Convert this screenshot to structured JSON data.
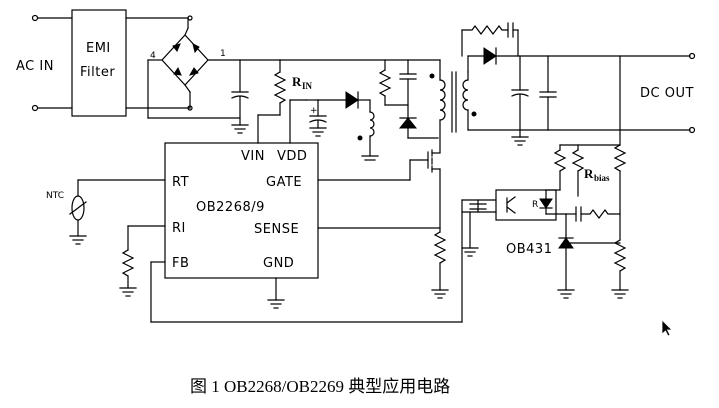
{
  "labels": {
    "ac_in": "AC IN",
    "emi_line1": "EMI",
    "emi_line2": "Filter",
    "dc_out": "DC OUT",
    "rin_main": "R",
    "rin_sub": "IN",
    "rbias_main": "R",
    "rbias_sub": "bias",
    "ntc": "NTC",
    "ob431": "OB431",
    "opto_r": "R",
    "bridge_pin4": "4",
    "bridge_pin1": "1"
  },
  "chip": {
    "name": "OB2268/9",
    "pins": {
      "vin": "VIN",
      "vdd": "VDD",
      "rt": "RT",
      "gate": "GATE",
      "ri": "RI",
      "sense": "SENSE",
      "fb": "FB",
      "gnd": "GND"
    }
  },
  "caption": "图 1 OB2268/OB2269 典型应用电路"
}
